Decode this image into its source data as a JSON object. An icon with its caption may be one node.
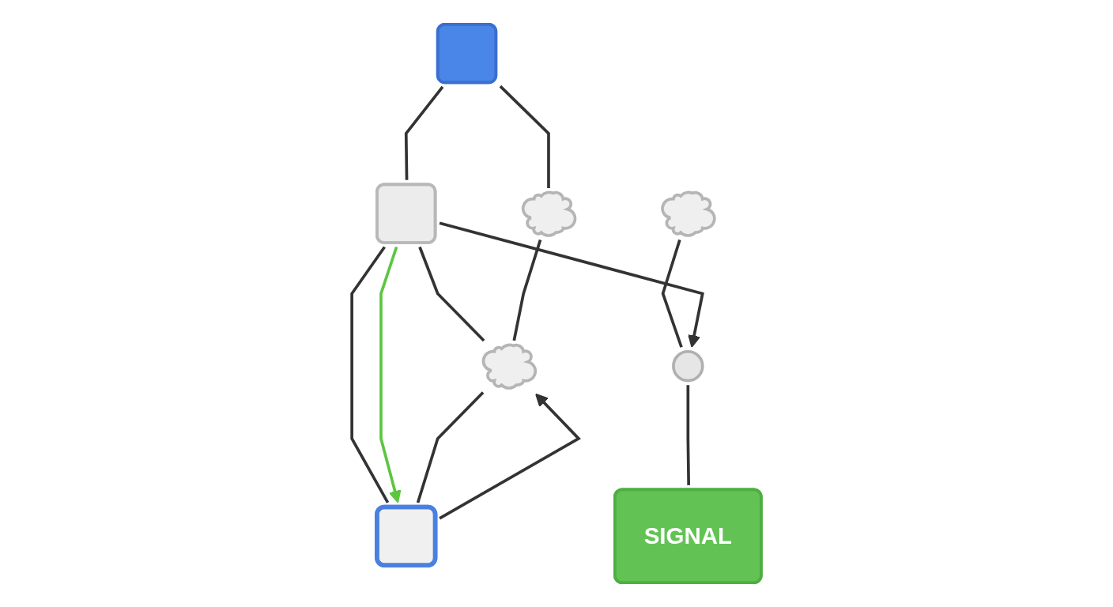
{
  "diagram": {
    "nodes": [
      {
        "text": [],
        "shape": "cloud"
      },
      {
        "text": [],
        "shape": "box"
      },
      {
        "text": [],
        "shape": "box"
      },
      {
        "text": [],
        "shape": "circle"
      },
      {
        "text": [],
        "shape": "cloud"
      },
      {
        "text": [],
        "shape": "box"
      },
      {
        "text": [
          "SIGNAL"
        ]
      },
      {
        "text": [],
        "shape": "cloud"
      }
    ],
    "edges": [
      {
        "from": 0,
        "to": 3,
        "arrow": "none"
      },
      {
        "from": 1,
        "to": 4,
        "arrow": "none"
      },
      {
        "from": 1,
        "to": 2,
        "arrow": "none"
      },
      {
        "from": 2,
        "to": 3,
        "arrow": "to"
      },
      {
        "from": 2,
        "to": 5,
        "arrow": "none"
      },
      {
        "from": 2,
        "to": 5,
        "arrow": "to",
        "color": "#5cc641"
      },
      {
        "from": 2,
        "to": 7,
        "arrow": "none"
      },
      {
        "from": 3,
        "to": 6,
        "arrow": "none"
      },
      {
        "from": 4,
        "to": 7,
        "arrow": "none"
      },
      {
        "from": 5,
        "to": 7,
        "arrow": "to"
      },
      {
        "from": 7,
        "to": 5,
        "arrow": "none"
      }
    ]
  }
}
